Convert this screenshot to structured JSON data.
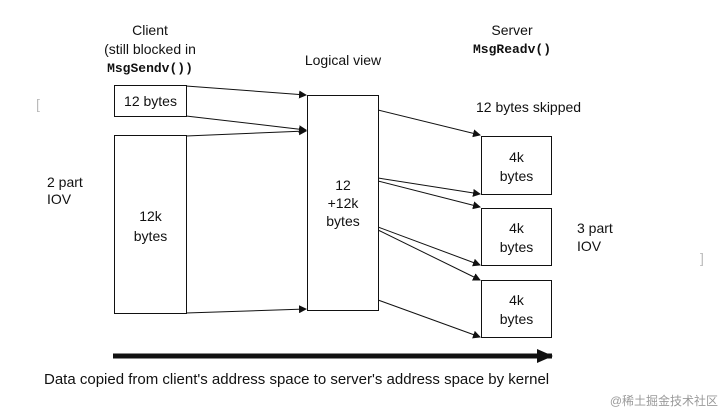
{
  "client": {
    "title": "Client",
    "subtitle_line1": "(still blocked in",
    "subtitle_line2": "MsgSendv())"
  },
  "server": {
    "title": "Server",
    "subtitle": "MsgReadv()"
  },
  "logical_view": {
    "title": "Logical view",
    "line1": "12",
    "line2": "+12k",
    "line3": "bytes"
  },
  "client_boxes": {
    "small": "12 bytes",
    "large_line1": "12k",
    "large_line2": "bytes"
  },
  "skipped_label": "12 bytes skipped",
  "server_boxes": [
    {
      "line1": "4k",
      "line2": "bytes"
    },
    {
      "line1": "4k",
      "line2": "bytes"
    },
    {
      "line1": "4k",
      "line2": "bytes"
    }
  ],
  "left_iov": {
    "line1": "2 part",
    "line2": "IOV"
  },
  "right_iov": {
    "line1": "3 part",
    "line2": "IOV"
  },
  "caption": "Data copied from client's address space to server's address space by kernel",
  "watermark": "@稀土掘金技术社区",
  "stroke_color": "#111111"
}
